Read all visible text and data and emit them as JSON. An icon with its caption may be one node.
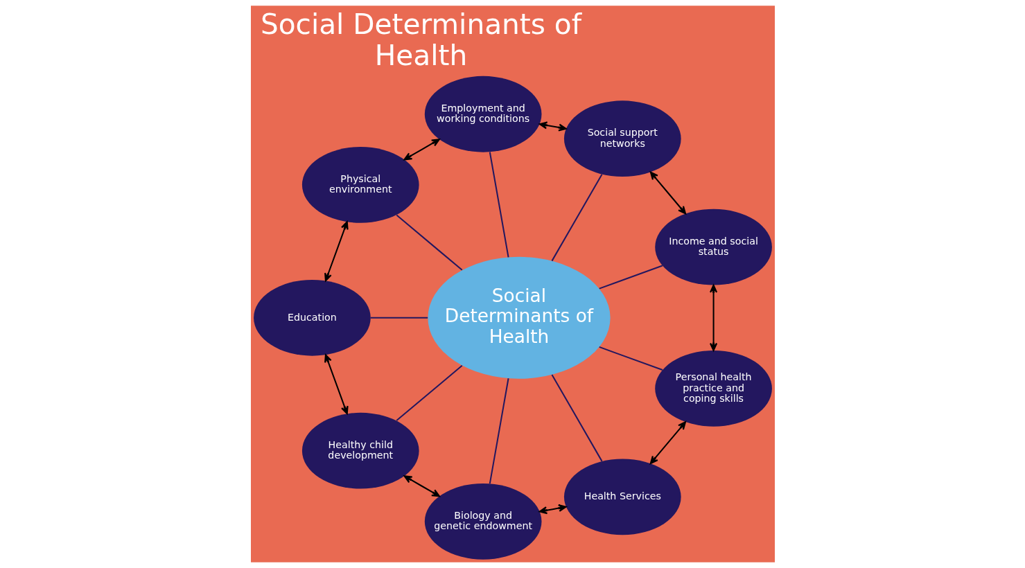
{
  "diagram": {
    "title": "Social Determinants of Health",
    "nodes": [
      {
        "text": [
          "Social Determinants of Health"
        ]
      },
      {
        "text": [
          "Income and social status"
        ]
      },
      {
        "text": [
          "Social support networks"
        ]
      },
      {
        "text": [
          "Employment and working conditions"
        ]
      },
      {
        "text": [
          "Physical environment"
        ]
      },
      {
        "text": [
          "Education"
        ]
      },
      {
        "text": [
          "Healthy child development"
        ]
      },
      {
        "text": [
          "Biology and genetic endowment"
        ]
      },
      {
        "text": [
          "Health Services"
        ]
      },
      {
        "text": [
          "Personal health practice and coping skills"
        ]
      }
    ],
    "edges": [
      {
        "from": 0,
        "to": 1,
        "arrow": "none"
      },
      {
        "from": 0,
        "to": 2,
        "arrow": "none"
      },
      {
        "from": 0,
        "to": 3,
        "arrow": "none"
      },
      {
        "from": 0,
        "to": 4,
        "arrow": "none"
      },
      {
        "from": 0,
        "to": 5,
        "arrow": "none"
      },
      {
        "from": 0,
        "to": 6,
        "arrow": "none"
      },
      {
        "from": 0,
        "to": 7,
        "arrow": "none"
      },
      {
        "from": 0,
        "to": 8,
        "arrow": "none"
      },
      {
        "from": 0,
        "to": 9,
        "arrow": "none"
      },
      {
        "from": 9,
        "to": 1,
        "arrow": "both",
        "color": "#000000"
      },
      {
        "from": 1,
        "to": 2,
        "arrow": "both",
        "color": "#000000"
      },
      {
        "from": 2,
        "to": 3,
        "arrow": "both",
        "color": "#000000"
      },
      {
        "from": 3,
        "to": 4,
        "arrow": "both",
        "color": "#000000"
      },
      {
        "from": 4,
        "to": 5,
        "arrow": "both",
        "color": "#000000"
      },
      {
        "from": 5,
        "to": 6,
        "arrow": "both",
        "color": "#000000"
      },
      {
        "from": 6,
        "to": 7,
        "arrow": "both",
        "color": "#000000"
      },
      {
        "from": 7,
        "to": 8,
        "arrow": "both",
        "color": "#000000"
      },
      {
        "from": 8,
        "to": 9,
        "arrow": "both",
        "color": "#000000"
      }
    ]
  }
}
